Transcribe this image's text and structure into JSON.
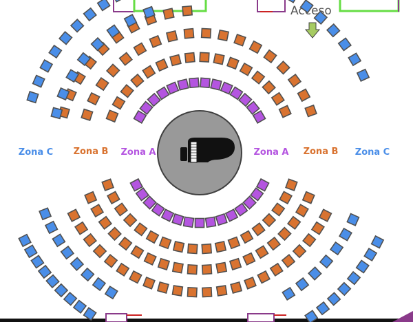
{
  "access_label": "Acceso",
  "zones": {
    "zone_a": {
      "label": "Zona A",
      "color": "#b455e0"
    },
    "zone_b": {
      "label": "Zona B",
      "color": "#d97330"
    },
    "zone_c": {
      "label": "Zona C",
      "color": "#4a8ee8"
    }
  },
  "colors": {
    "seat_outline": "#505050",
    "stage_fill": "#999999",
    "stage_outline": "#404040",
    "piano": "#111111",
    "arrow": "#a6cb62",
    "door_green": "#66dd44",
    "door_purple": "#8a3a8a",
    "door_red": "#cc2222",
    "wall": "#111111"
  },
  "icons": {
    "piano": "grand-piano-icon",
    "access": "down-arrow-icon"
  }
}
